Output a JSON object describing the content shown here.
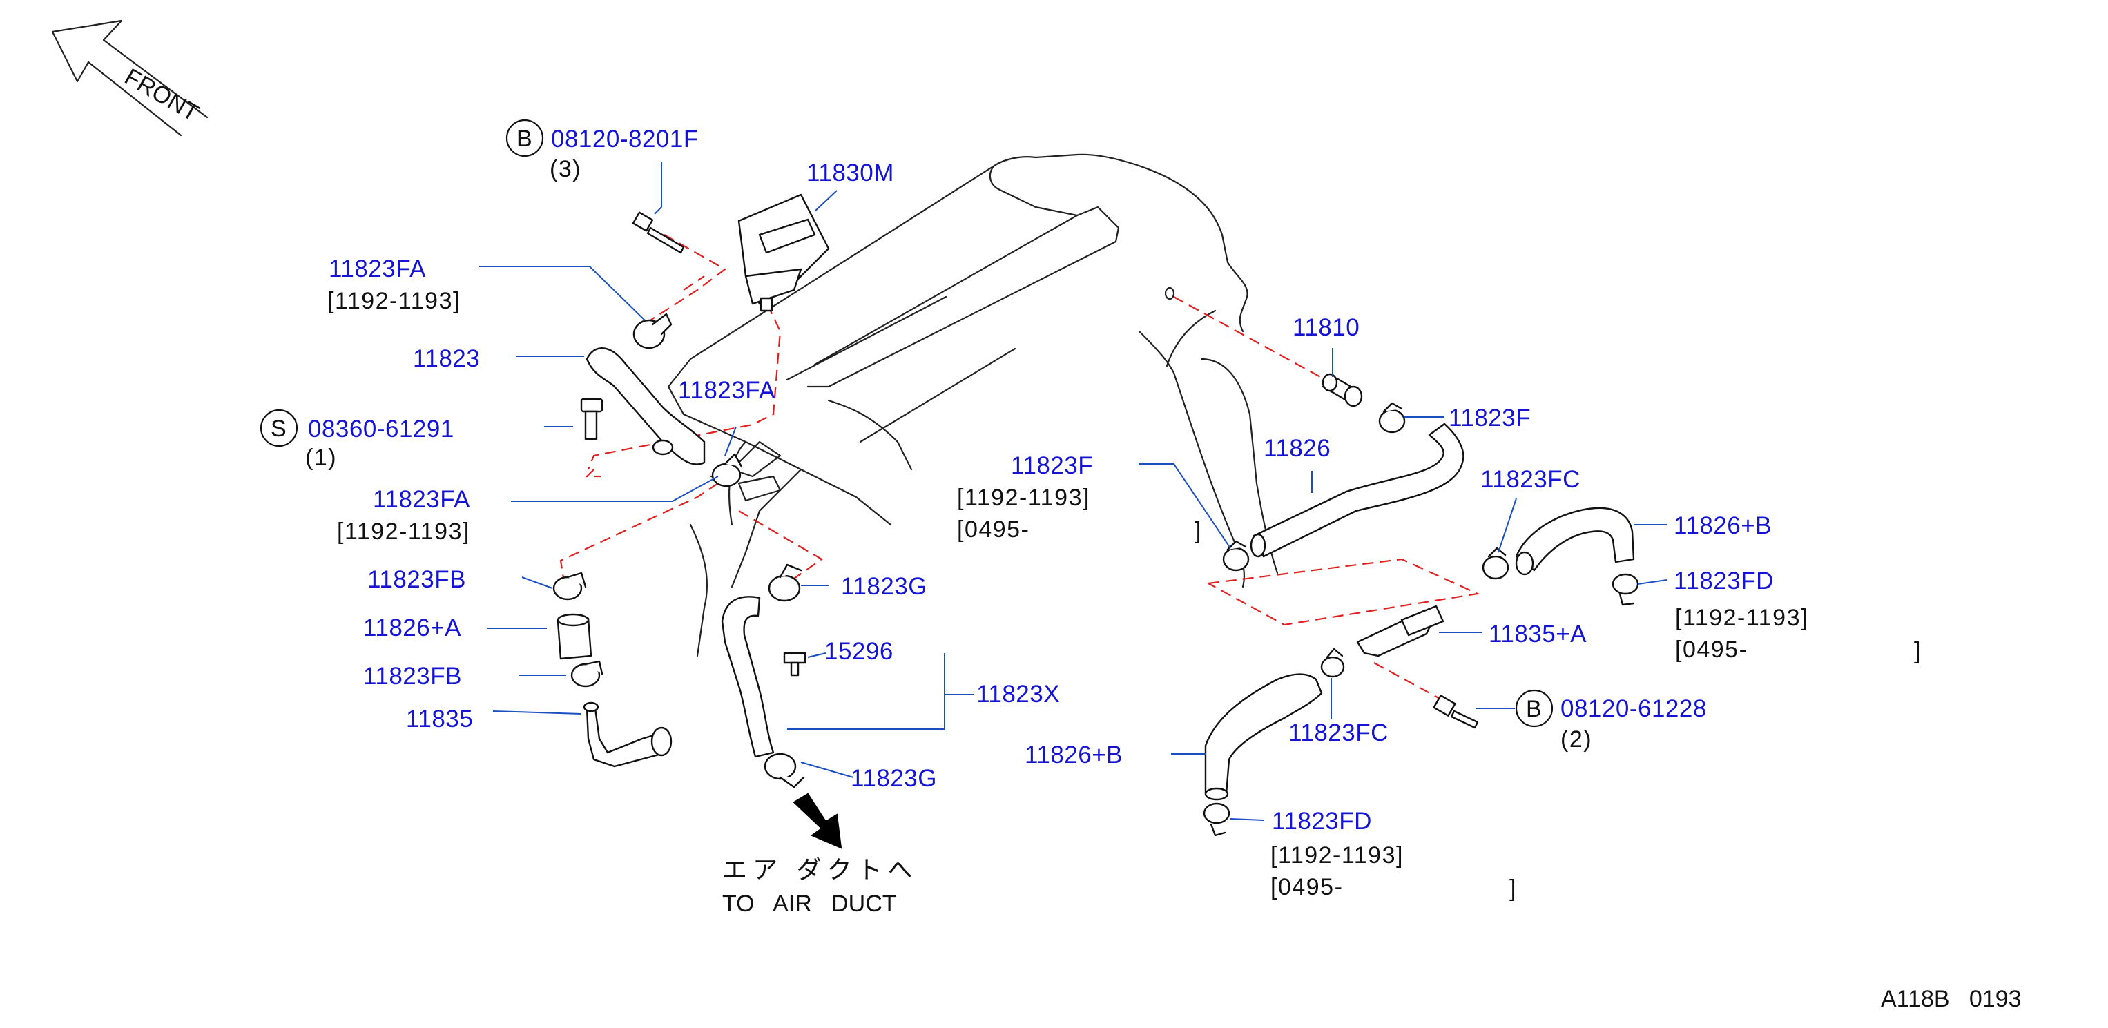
{
  "diagram": {
    "front_label": "FRONT",
    "ref_code": "A118B   0193",
    "air_duct_jp": "エア  ダクトへ",
    "air_duct_en": "TO   AIR   DUCT",
    "colors": {
      "part_number": "#1414d2",
      "leader": "#1b4fbf",
      "dash": "#e02020",
      "line": "#222222"
    },
    "callouts": {
      "b1_letter": "B",
      "b1_part": "08120-8201F",
      "b1_qty": "(3)",
      "p_11830M": "11830M",
      "fa_top": "11823FA",
      "fa_top_date": "[1192-1193]",
      "p_11823": "11823",
      "fa_mid": "11823FA",
      "s_letter": "S",
      "s_part": "08360-61291",
      "s_qty": "(1)",
      "fa_low": "11823FA",
      "fa_low_date": "[1192-1193]",
      "fb_top": "11823FB",
      "p_11826A": "11826+A",
      "fb_low": "11823FB",
      "p_11835": "11835",
      "g_top": "11823G",
      "p_15296": "15296",
      "p_11823X": "11823X",
      "g_low": "11823G",
      "p_11810": "11810",
      "f_right": "11823F",
      "p_11826": "11826",
      "f_left": "11823F",
      "f_left_date1": "[1192-1193]",
      "f_left_date2": "[0495-",
      "f_left_bracket": "]",
      "fc_top": "11823FC",
      "p_11826B_r": "11826+B",
      "fd_r": "11823FD",
      "fd_r_date1": "[1192-1193]",
      "fd_r_date2": "[0495-",
      "fd_r_bracket": "]",
      "p_11835A": "11835+A",
      "b2_letter": "B",
      "b2_part": "08120-61228",
      "b2_qty": "(2)",
      "fc_low": "11823FC",
      "p_11826B_l": "11826+B",
      "fd_low": "11823FD",
      "fd_low_date1": "[1192-1193]",
      "fd_low_date2": "[0495-",
      "fd_low_bracket": "]"
    }
  }
}
